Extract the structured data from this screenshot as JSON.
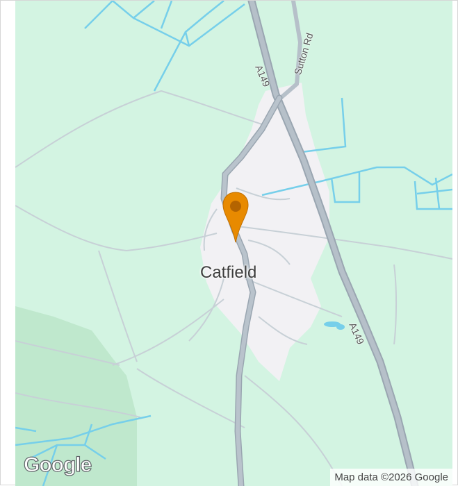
{
  "map": {
    "place_label": "Catfield",
    "roads": {
      "a149_north": "A149",
      "sutton_rd": "Sutton Rd",
      "a149_south": "A149"
    },
    "marker": {
      "icon": "map-pin-icon",
      "color": "#E88A00"
    },
    "logo_text": "Google",
    "attribution": "Map data ©2026 Google",
    "colors": {
      "land": "#D3F4E2",
      "settlement": "#F2F1F4",
      "water": "#76CFEA",
      "major_road": "#AAB5BF",
      "minor_road": "#C3CCD2",
      "woodland": "#BFE8CD"
    }
  }
}
